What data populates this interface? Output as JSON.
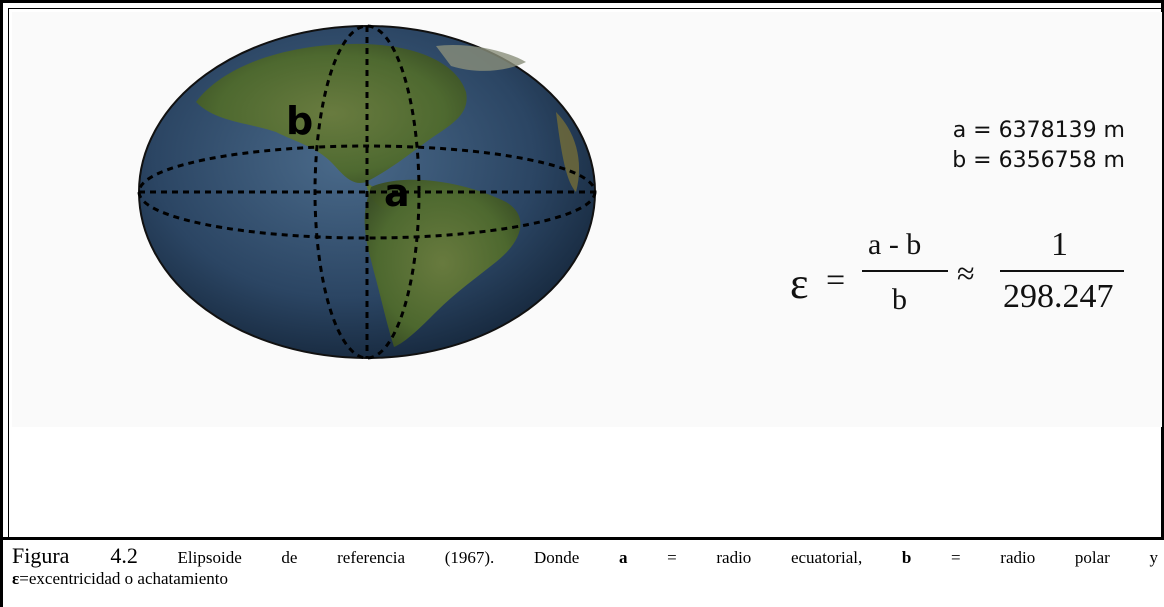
{
  "figure": {
    "label_b": "b",
    "label_a": "a",
    "value_a": "a = 6378139 m",
    "value_b": "b = 6356758 m",
    "epsilon_symbol": "ε",
    "equals": "=",
    "numerator": "a - b",
    "denominator": "b",
    "approx": "≈",
    "rhs_numerator": "1",
    "rhs_denominator": "298.247"
  },
  "caption": {
    "lead": "Figura 4.2",
    "text1": " Elipsoide de referencia (1967). Donde ",
    "a_bold": "a",
    "text2": " = radio ecuatorial, ",
    "b_bold": "b",
    "text3": " = radio polar y",
    "eps_bold": "ε",
    "text4": "=excentricidad o achatamiento"
  }
}
